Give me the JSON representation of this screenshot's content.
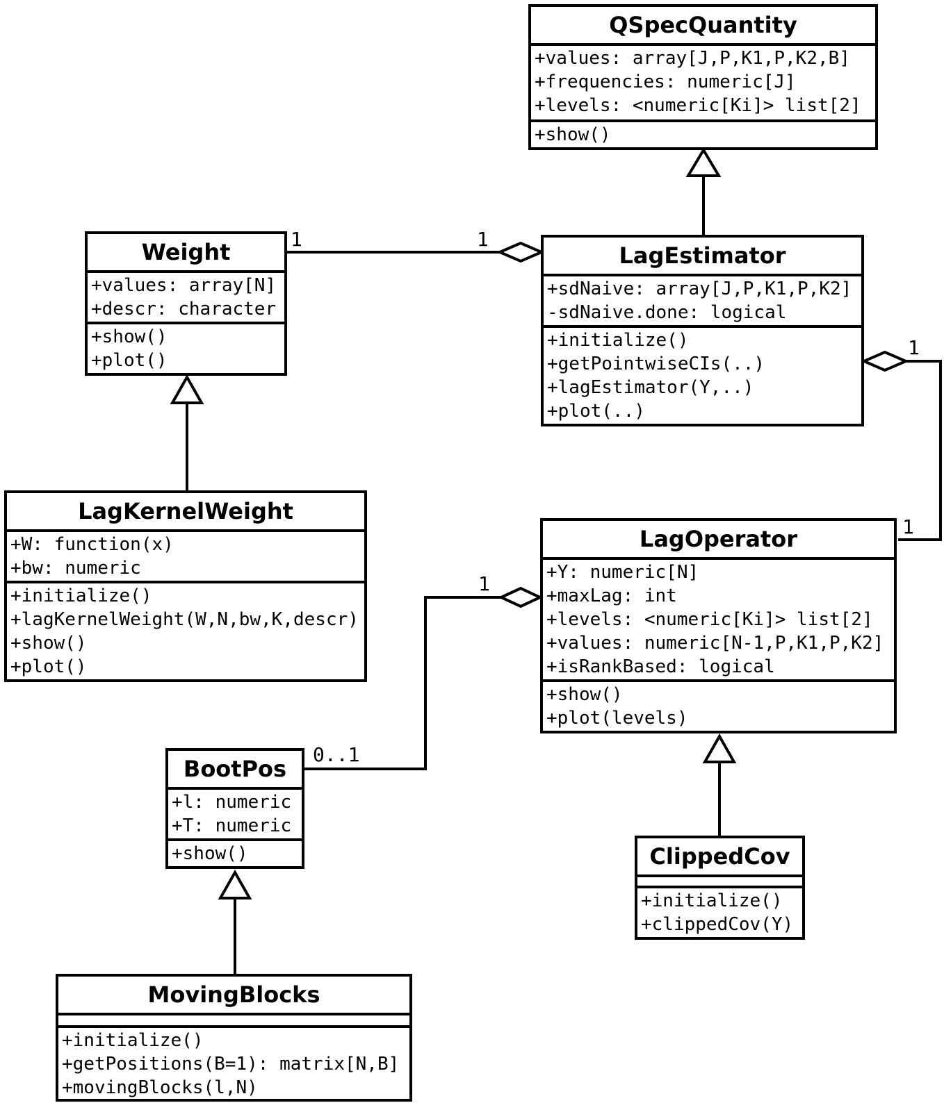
{
  "diagram": {
    "kind": "uml-class-diagram",
    "background_color": "#ffffff",
    "line_color": "#000000"
  },
  "classes": [
    {
      "name": "QSpecQuantity",
      "attributes": [
        "+values: array[J,P,K1,P,K2,B]",
        "+frequencies: numeric[J]",
        "+levels: <numeric[Ki]> list[2]"
      ],
      "methods": [
        "+show()"
      ]
    },
    {
      "name": "Weight",
      "attributes": [
        "+values: array[N]",
        "+descr: character"
      ],
      "methods": [
        "+show()",
        "+plot()"
      ]
    },
    {
      "name": "LagEstimator",
      "attributes": [
        "+sdNaive: array[J,P,K1,P,K2]",
        "-sdNaive.done: logical"
      ],
      "methods": [
        "+initialize()",
        "+getPointwiseCIs(..)",
        "+lagEstimator(Y,..)",
        "+plot(..)"
      ]
    },
    {
      "name": "LagKernelWeight",
      "attributes": [
        "+W: function(x)",
        "+bw: numeric"
      ],
      "methods": [
        "+initialize()",
        "+lagKernelWeight(W,N,bw,K,descr)",
        "+show()",
        "+plot()"
      ]
    },
    {
      "name": "LagOperator",
      "attributes": [
        "+Y: numeric[N]",
        "+maxLag: int",
        "+levels: <numeric[Ki]> list[2]",
        "+values: numeric[N-1,P,K1,P,K2]",
        "+isRankBased: logical"
      ],
      "methods": [
        "+show()",
        "+plot(levels)"
      ]
    },
    {
      "name": "BootPos",
      "attributes": [
        "+l: numeric",
        "+T: numeric"
      ],
      "methods": [
        "+show()"
      ]
    },
    {
      "name": "ClippedCov",
      "attributes": [],
      "methods": [
        "+initialize()",
        "+clippedCov(Y)"
      ]
    },
    {
      "name": "MovingBlocks",
      "attributes": [],
      "methods": [
        "+initialize()",
        "+getPositions(B=1): matrix[N,B]",
        "+movingBlocks(l,N)"
      ]
    }
  ],
  "relationships": [
    {
      "type": "inheritance",
      "from": "LagEstimator",
      "to": "QSpecQuantity"
    },
    {
      "type": "inheritance",
      "from": "LagKernelWeight",
      "to": "Weight"
    },
    {
      "type": "inheritance",
      "from": "ClippedCov",
      "to": "LagOperator"
    },
    {
      "type": "inheritance",
      "from": "MovingBlocks",
      "to": "BootPos"
    },
    {
      "type": "aggregation",
      "from": "LagEstimator",
      "to": "Weight",
      "from_label": "1",
      "to_label": "1"
    },
    {
      "type": "aggregation",
      "from": "LagEstimator",
      "to": "LagOperator",
      "from_label": "1",
      "to_label": "1"
    },
    {
      "type": "aggregation",
      "from": "LagOperator",
      "to": "BootPos",
      "from_label": "1",
      "to_label": "0..1"
    }
  ]
}
